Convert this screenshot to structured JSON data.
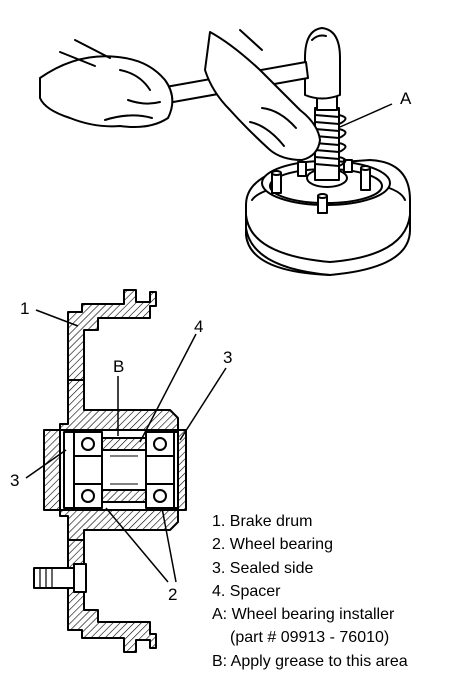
{
  "callouts": {
    "A": "A",
    "B": "B",
    "one": "1",
    "four": "4",
    "three_right": "3",
    "three_left": "3",
    "two": "2"
  },
  "legend": [
    "1. Brake drum",
    "2. Wheel bearing",
    "3. Sealed side",
    "4. Spacer",
    "A: Wheel bearing installer",
    "(part # 09913 - 76010)",
    "B: Apply grease to this area"
  ]
}
